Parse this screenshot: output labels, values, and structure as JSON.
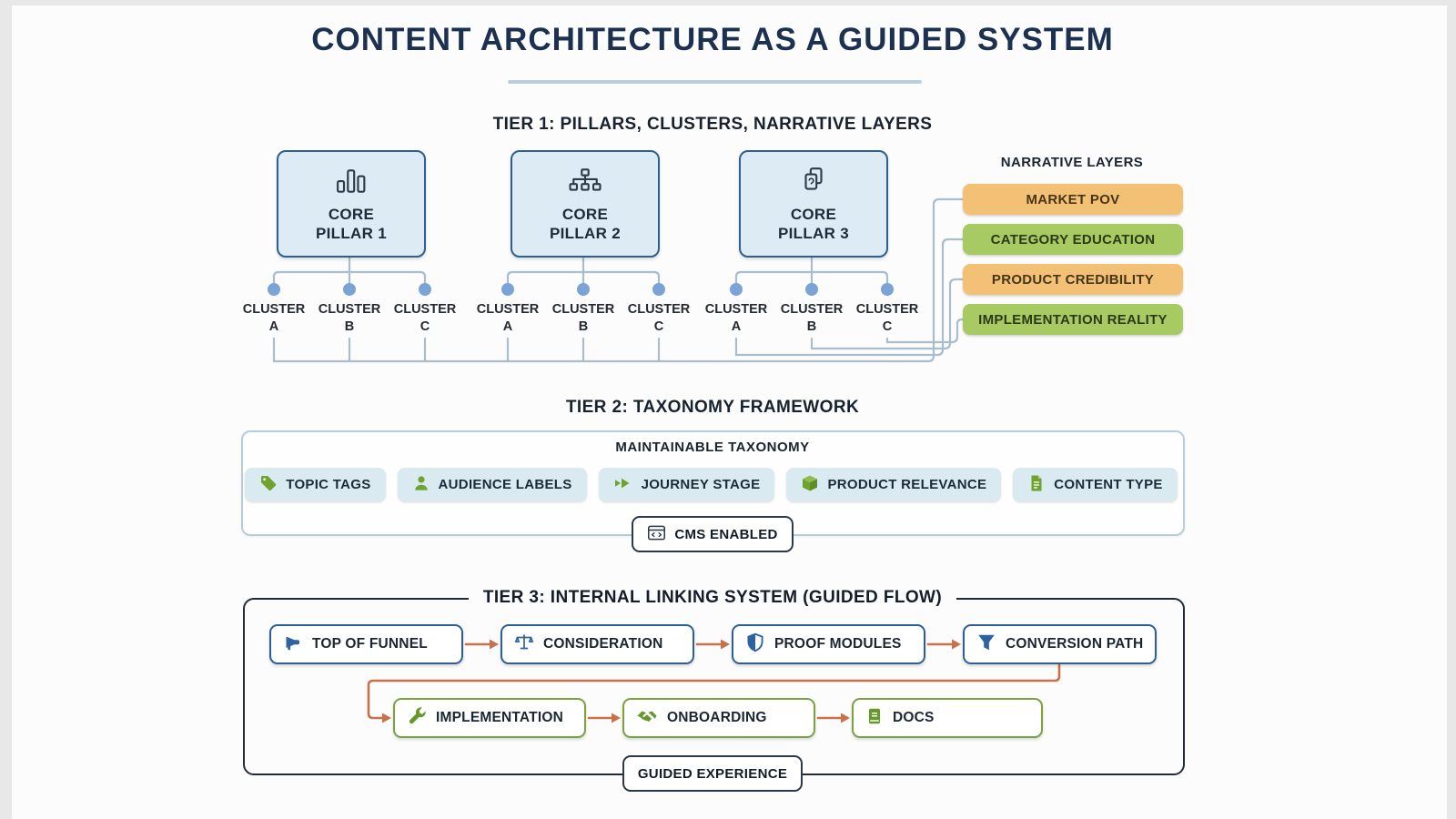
{
  "title": "CONTENT ARCHITECTURE AS A GUIDED SYSTEM",
  "tier1": {
    "heading": "TIER 1: PILLARS, CLUSTERS, NARRATIVE LAYERS",
    "pillars": [
      {
        "label": "CORE\nPILLAR 1",
        "icon": "bar-chart-icon"
      },
      {
        "label": "CORE\nPILLAR 2",
        "icon": "sitemap-icon"
      },
      {
        "label": "CORE\nPILLAR 3",
        "icon": "copy-pages-icon"
      }
    ],
    "cluster_labels": [
      "CLUSTER\nA",
      "CLUSTER\nB",
      "CLUSTER\nC",
      "CLUSTER\nA",
      "CLUSTER\nB",
      "CLUSTER\nC",
      "CLUSTER\nA",
      "CLUSTER\nB",
      "CLUSTER\nC"
    ],
    "narrative": {
      "heading": "NARRATIVE LAYERS",
      "layers": [
        {
          "label": "MARKET POV",
          "color": "#f3c176"
        },
        {
          "label": "CATEGORY EDUCATION",
          "color": "#a7ca62"
        },
        {
          "label": "PRODUCT CREDIBILITY",
          "color": "#f3c176"
        },
        {
          "label": "IMPLEMENTATION REALITY",
          "color": "#a7ca62"
        }
      ]
    }
  },
  "tier2": {
    "heading": "TIER 2: TAXONOMY FRAMEWORK",
    "box_title": "MAINTAINABLE TAXONOMY",
    "tags": [
      {
        "label": "TOPIC TAGS",
        "icon": "tag-icon"
      },
      {
        "label": "AUDIENCE LABELS",
        "icon": "person-icon"
      },
      {
        "label": "JOURNEY STAGE",
        "icon": "double-arrow-icon"
      },
      {
        "label": "PRODUCT RELEVANCE",
        "icon": "package-icon"
      },
      {
        "label": "CONTENT TYPE",
        "icon": "document-icon"
      }
    ],
    "badge": {
      "label": "CMS ENABLED",
      "icon": "browser-code-icon"
    }
  },
  "tier3": {
    "heading": "TIER 3: INTERNAL LINKING SYSTEM (GUIDED FLOW)",
    "flow_row1": [
      {
        "label": "TOP OF FUNNEL",
        "icon": "megaphone-icon"
      },
      {
        "label": "CONSIDERATION",
        "icon": "scale-icon"
      },
      {
        "label": "PROOF MODULES",
        "icon": "shield-icon"
      },
      {
        "label": "CONVERSION PATH",
        "icon": "funnel-icon"
      }
    ],
    "flow_row2": [
      {
        "label": "IMPLEMENTATION",
        "icon": "wrench-icon"
      },
      {
        "label": "ONBOARDING",
        "icon": "handshake-icon"
      },
      {
        "label": "DOCS",
        "icon": "book-icon"
      }
    ],
    "badge": {
      "label": "GUIDED EXPERIENCE"
    }
  },
  "colors": {
    "title_text": "#1c3150",
    "pillar_fill": "#ddecf4",
    "pillar_border": "#2e5f8f",
    "connector_line": "#a9bdcc",
    "cluster_dot": "#7ba3d6",
    "narrative_orange": "#f3c176",
    "narrative_green": "#a7ca62",
    "chip_bg": "#d9eaf1",
    "icon_green": "#6fa22e",
    "icon_blue": "#2d62a3",
    "flow_blue_border": "#2d5f96",
    "flow_green_border": "#7ba140",
    "arrow_orange": "#c8714a",
    "dark_border": "#202b37"
  }
}
